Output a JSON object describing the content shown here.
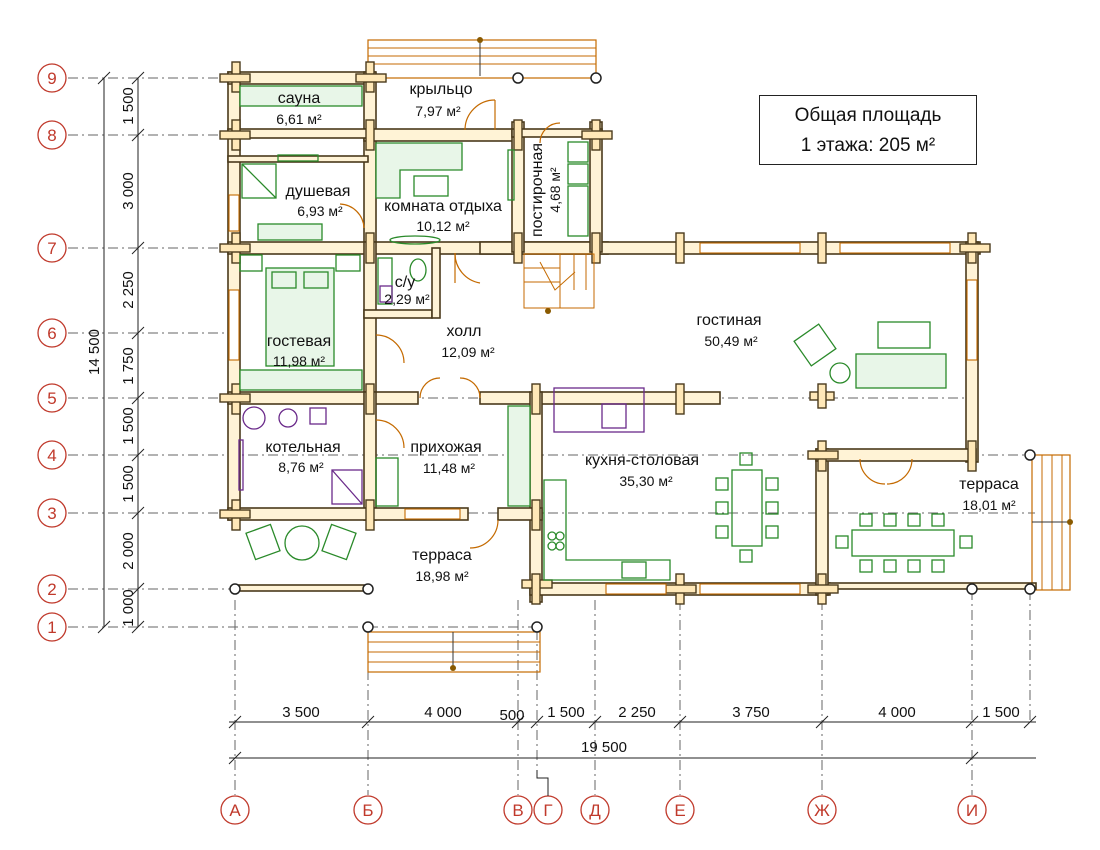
{
  "total": {
    "line1": "Общая площадь",
    "line2": "1 этажа: 205 м²"
  },
  "rooms": [
    {
      "name": "сауна",
      "area": "6,61 м²"
    },
    {
      "name": "крыльцо",
      "area": "7,97 м²"
    },
    {
      "name": "душевая",
      "area": "6,93 м²"
    },
    {
      "name": "комната отдыха",
      "area": "10,12 м²"
    },
    {
      "name": "постирочная",
      "area": "4,68 м²"
    },
    {
      "name": "с/у",
      "area": "2,29 м²"
    },
    {
      "name": "гостевая",
      "area": "11,98 м²"
    },
    {
      "name": "холл",
      "area": "12,09 м²"
    },
    {
      "name": "гостиная",
      "area": "50,49 м²"
    },
    {
      "name": "котельная",
      "area": "8,76 м²"
    },
    {
      "name": "прихожая",
      "area": "11,48 м²"
    },
    {
      "name": "кухня-столовая",
      "area": "35,30 м²"
    },
    {
      "name": "терраса",
      "area": "18,01 м²"
    },
    {
      "name": "терраса",
      "area": "18,98 м²"
    }
  ],
  "axes": {
    "rows": [
      "1",
      "2",
      "3",
      "4",
      "5",
      "6",
      "7",
      "8",
      "9"
    ],
    "cols": [
      "А",
      "Б",
      "В",
      "Г",
      "Д",
      "Е",
      "Ж",
      "И"
    ]
  },
  "dims": {
    "vertical": [
      "1 500",
      "3 000",
      "2 250",
      "1 750",
      "1 500",
      "1 500",
      "2 000",
      "1 000"
    ],
    "vertical_total": "14 500",
    "horizontal": [
      "3 500",
      "4 000",
      "500",
      "1 500",
      "2 250",
      "3 750",
      "4 000",
      "1 500"
    ],
    "horizontal_total": "19 500"
  }
}
